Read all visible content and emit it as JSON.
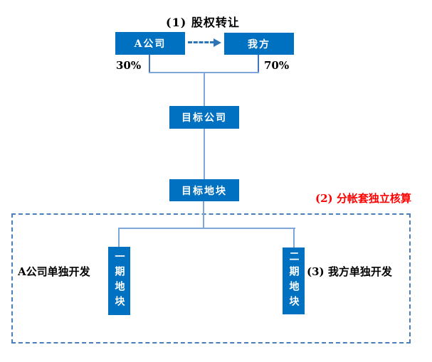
{
  "title": "(1) 股权转让",
  "top_row": {
    "company_a": "A公司",
    "our_side": "我方",
    "left_share": "30%",
    "right_share": "70%"
  },
  "middle": {
    "target_company": "目标公司",
    "target_land": "目标地块"
  },
  "bottom": {
    "annotation_2": "(2) 分帐套独立核算",
    "left_note": "A公司单独开发",
    "right_note": "(3) 我方单独开发",
    "phase_1": "一期地块",
    "phase_2": "二期地块"
  },
  "icons": {
    "transfer_arrow": "dashed-right-arrow"
  },
  "colors": {
    "box_blue": "#0070C0",
    "connector_light": "#7FA6D9",
    "connector_dark": "#4472C4",
    "arrow_blue": "#2E75B6",
    "dashed_border": "#4A7EBB",
    "annotation_red": "#FF0000",
    "text_black": "#000000",
    "background": "#FFFFFF"
  }
}
